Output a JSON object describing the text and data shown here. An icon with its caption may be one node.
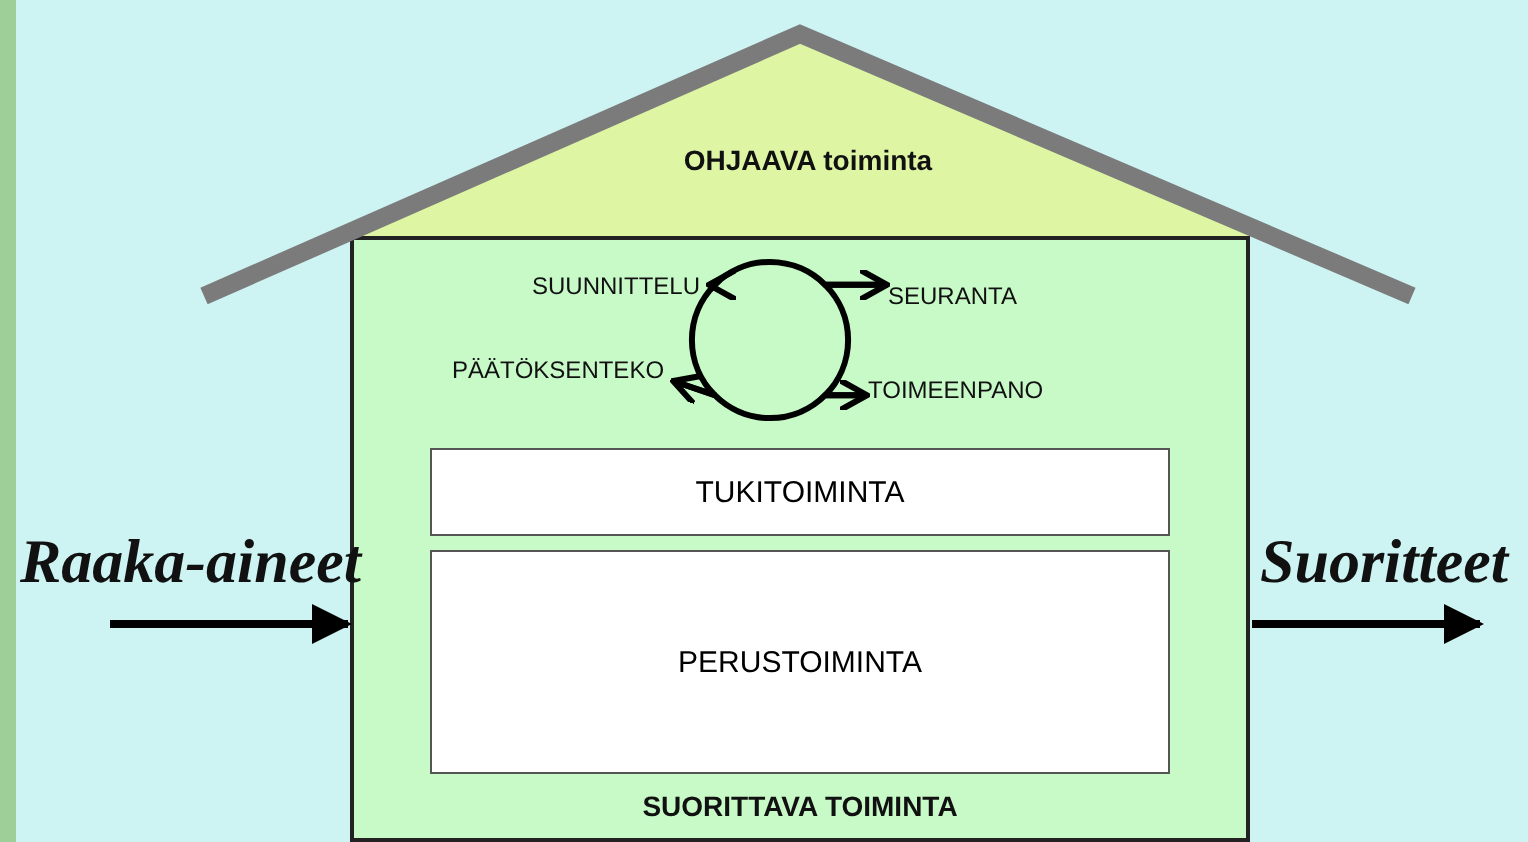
{
  "diagram": {
    "nodes": [
      {
        "text": [
          "OHJAAVA toiminta"
        ]
      },
      {
        "text": [
          "SUORITTAVA TOIMINTA"
        ]
      },
      {
        "text": [
          "SUUNNITTELU"
        ],
        "in": 1
      },
      {
        "text": [
          "SEURANTA"
        ],
        "in": 1
      },
      {
        "text": [
          "TOIMEENPANO"
        ],
        "in": 1
      },
      {
        "text": [
          "PÄÄTÖKSENTEKO"
        ],
        "in": 1
      },
      {
        "text": [
          "TUKITOIMINTA"
        ],
        "in": 1
      },
      {
        "text": [
          "PERUSTOIMINTA"
        ],
        "in": 1
      }
    ],
    "edges": [
      {
        "from": null,
        "to": 1,
        "arrow": "to",
        "label": "Raaka-aineet"
      },
      {
        "from": 1,
        "to": null,
        "arrow": "to",
        "label": "Suoritteet"
      },
      {
        "from": 3,
        "to": 2,
        "arrow": "to"
      },
      {
        "from": 2,
        "to": 5,
        "arrow": "to"
      },
      {
        "from": 5,
        "to": 4,
        "arrow": "to"
      },
      {
        "from": 4,
        "to": 3,
        "arrow": "to"
      }
    ]
  }
}
